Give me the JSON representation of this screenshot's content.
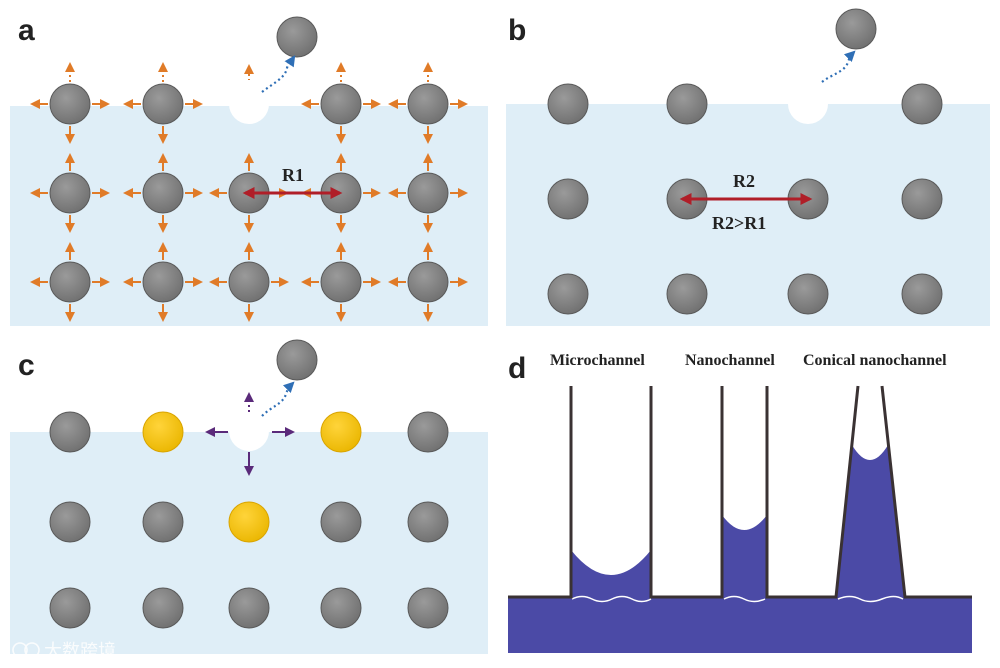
{
  "panels": {
    "a": {
      "letter": "a",
      "distance_label": "R1"
    },
    "b": {
      "letter": "b",
      "distance_label": "R2",
      "relation_label": "R2>R1"
    },
    "c": {
      "letter": "c"
    },
    "d": {
      "letter": "d",
      "channels": [
        "Microchannel",
        "Nanochannel",
        "Conical nanochannel"
      ]
    }
  },
  "watermark": {
    "text": "大数跨境",
    "logo": "co-logo-icon"
  },
  "colors": {
    "water": "#dfeef7",
    "particle": "#7d7d7d",
    "particle_edge": "#5a5a5a",
    "orange_arrow": "#e07b28",
    "red_arrow": "#b01e28",
    "blue_dotted": "#2f6fb6",
    "purple_arrow": "#5a2a7a",
    "gold": "#f2c010",
    "liquid": "#4b4aa6",
    "wall": "#3a3233"
  }
}
